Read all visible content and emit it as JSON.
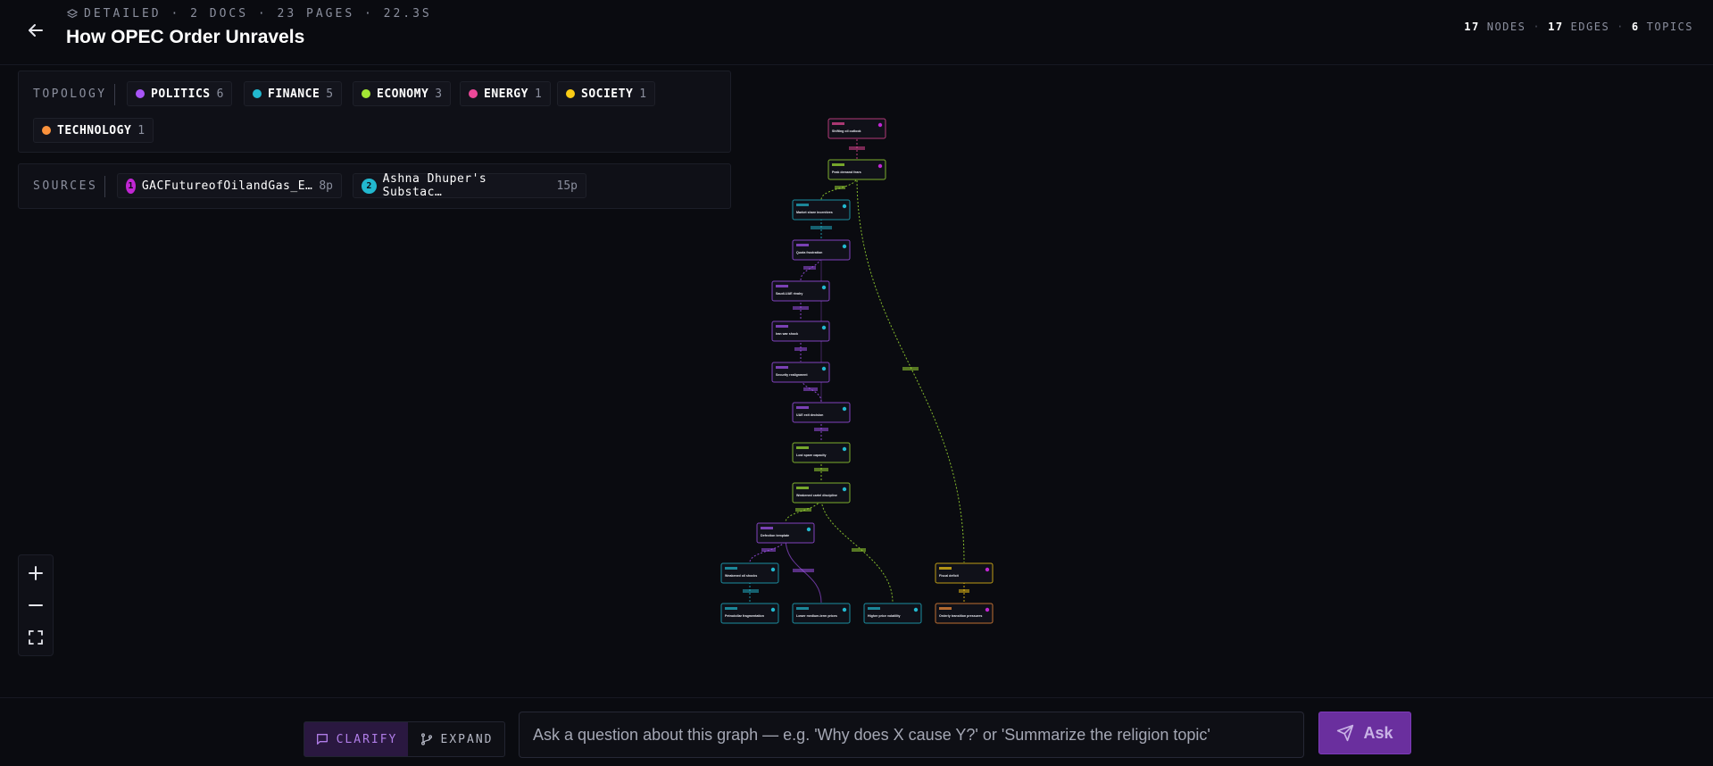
{
  "header": {
    "meta": "DETAILED · 2 DOCS · 23 PAGES · 22.3S",
    "title": "How OPEC Order Unravels",
    "stats": {
      "nodes": "17",
      "nodes_label": "NODES",
      "edges": "17",
      "edges_label": "EDGES",
      "topics": "6",
      "topics_label": "TOPICS"
    }
  },
  "topology": {
    "label": "TOPOLOGY",
    "topics": [
      {
        "name": "POLITICS",
        "count": "6",
        "color": "#a855f7"
      },
      {
        "name": "FINANCE",
        "count": "5",
        "color": "#22b8cf"
      },
      {
        "name": "ECONOMY",
        "count": "3",
        "color": "#a3e635"
      },
      {
        "name": "ENERGY",
        "count": "1",
        "color": "#ec4899"
      },
      {
        "name": "SOCIETY",
        "count": "1",
        "color": "#facc15"
      },
      {
        "name": "TECHNOLOGY",
        "count": "1",
        "color": "#fb923c"
      }
    ]
  },
  "sources": {
    "label": "SOURCES",
    "items": [
      {
        "num": "1",
        "name": "GACFutureofOilandGas_E…",
        "pages": "8p",
        "color": "#c026d3"
      },
      {
        "num": "2",
        "name": "Ashna Dhuper's Substac…",
        "pages": "15p",
        "color": "#22b8cf"
      }
    ]
  },
  "graph": {
    "nodes": [
      {
        "label": "Shifting oil outlook",
        "color": "#ec4899"
      },
      {
        "label": "Peak demand fears",
        "color": "#a3e635"
      },
      {
        "label": "Market share incentives",
        "color": "#22b8cf"
      },
      {
        "label": "Quota frustration",
        "color": "#a855f7"
      },
      {
        "label": "Saudi-UAE rivalry",
        "color": "#a855f7"
      },
      {
        "label": "Iran war shock",
        "color": "#a855f7"
      },
      {
        "label": "Security realignment",
        "color": "#a855f7"
      },
      {
        "label": "UAE exit decision",
        "color": "#a855f7"
      },
      {
        "label": "Lost spare capacity",
        "color": "#a3e635"
      },
      {
        "label": "Weakened cartel discipline",
        "color": "#a3e635"
      },
      {
        "label": "Defection template",
        "color": "#a855f7"
      },
      {
        "label": "Weakened oil shocks",
        "color": "#22b8cf"
      },
      {
        "label": "Petrodollar fragmentation",
        "color": "#22b8cf"
      },
      {
        "label": "Lower medium-term prices",
        "color": "#22b8cf"
      },
      {
        "label": "Higher price volatility",
        "color": "#22b8cf"
      },
      {
        "label": "Fiscal deficit",
        "color": "#facc15"
      },
      {
        "label": "Orderly transition pressures",
        "color": "#fb923c"
      }
    ]
  },
  "zoom": {
    "in_icon": "plus-icon",
    "out_icon": "minus-icon",
    "fit_icon": "fit-screen-icon"
  },
  "ask": {
    "mode_clarify": "CLARIFY",
    "mode_expand": "EXPAND",
    "placeholder": "Ask a question about this graph — e.g. 'Why does X cause Y?' or 'Summarize the religion topic'",
    "button": "Ask"
  }
}
